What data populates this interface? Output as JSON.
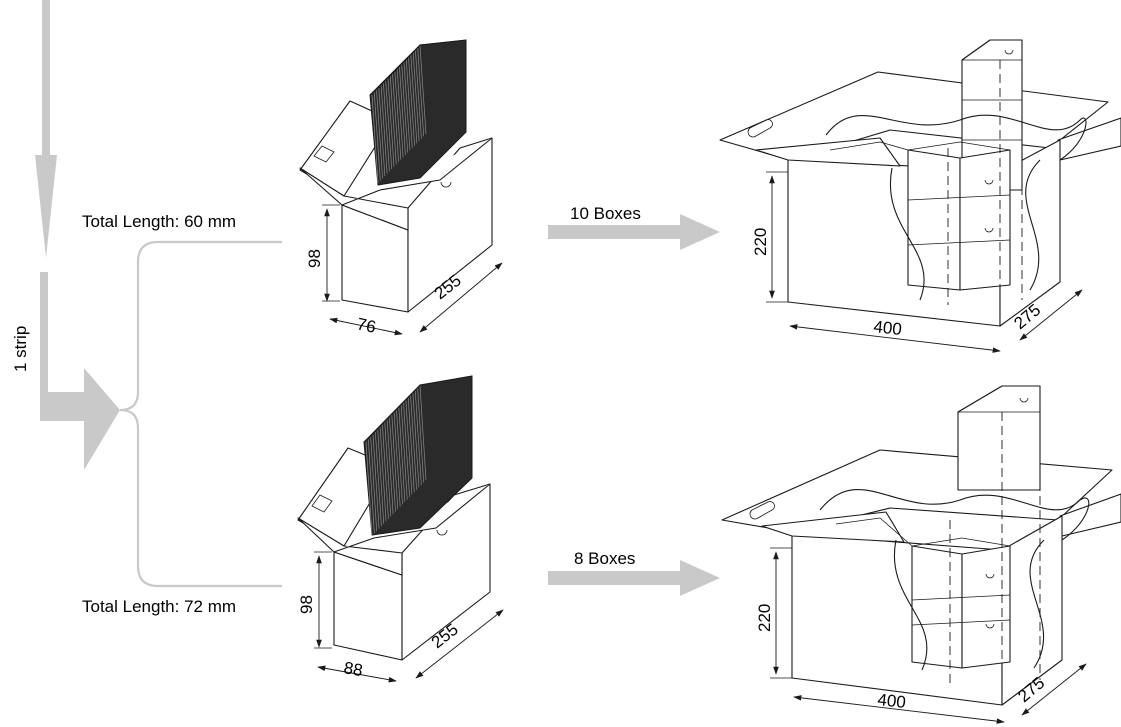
{
  "labels": {
    "strip": "1 strip",
    "top_length": "Total Length: 60 mm",
    "bottom_length": "Total Length: 72 mm",
    "top_boxes": "10 Boxes",
    "bottom_boxes": "8 Boxes"
  },
  "dimensions": {
    "top_small": {
      "height": "98",
      "width": "76",
      "depth": "255"
    },
    "bottom_small": {
      "height": "98",
      "width": "88",
      "depth": "255"
    },
    "top_large": {
      "height": "220",
      "width": "400",
      "depth": "275"
    },
    "bottom_large": {
      "height": "220",
      "width": "400",
      "depth": "275"
    }
  },
  "colors": {
    "arrow": "#c9c9c9",
    "line": "#1a1a1a"
  }
}
